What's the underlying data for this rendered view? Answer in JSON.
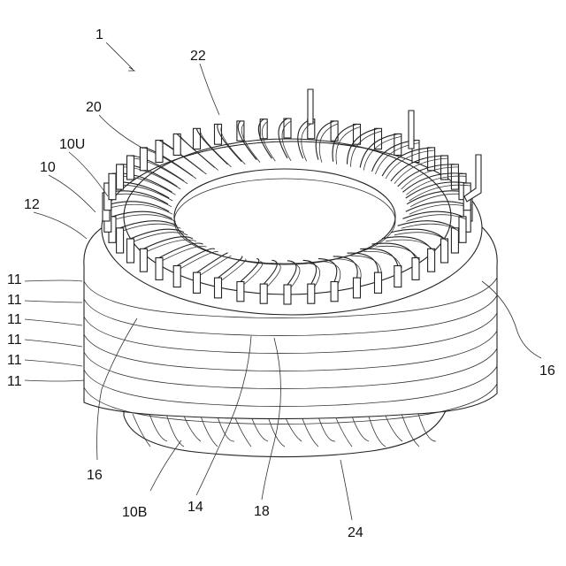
{
  "labels": {
    "figure_ref": "1",
    "coil_end_top": "22",
    "coil": "20",
    "upper_face": "10U",
    "core": "10",
    "yoke": "12",
    "lamination": "11",
    "slot_insulator": "16",
    "bottom_face": "10B",
    "tooth": "14",
    "segment_conductor": "18",
    "coil_end_bottom": "24"
  },
  "colors": {
    "line": "#222222",
    "background": "#ffffff"
  }
}
